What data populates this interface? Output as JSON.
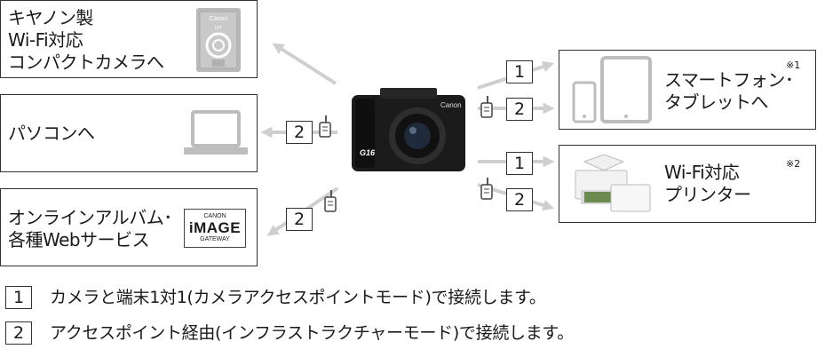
{
  "targets": {
    "canon_camera": {
      "label": "キヤノン製\nWi-Fi対応\nコンパクトカメラへ",
      "device_brand": "Canon",
      "device_model": "IXY"
    },
    "pc": {
      "label": "パソコンへ"
    },
    "online": {
      "label": "オンラインアルバム･\n各種Webサービス",
      "logo_top": "CANON",
      "logo_main": "iMAGE",
      "logo_bottom": "GATEWAY"
    },
    "smartphone": {
      "label": "スマートフォン･\nタブレットへ",
      "note": "※1"
    },
    "printer": {
      "label": "Wi-Fi対応\nプリンター",
      "note": "※2"
    }
  },
  "center_camera": {
    "brand": "Canon",
    "model": "G16"
  },
  "connections": {
    "pc": "2",
    "online": "2",
    "smartphone_a": "1",
    "smartphone_b": "2",
    "printer_a": "1",
    "printer_b": "2"
  },
  "legend": [
    {
      "num": "1",
      "text": "カメラと端末1対1(カメラアクセスポイントモード)で接続します。"
    },
    {
      "num": "2",
      "text": "アクセスポイント経由(インフラストラクチャーモード)で接続します。"
    }
  ],
  "colors": {
    "arrow": "#cfcfcf",
    "border": "#333333"
  }
}
